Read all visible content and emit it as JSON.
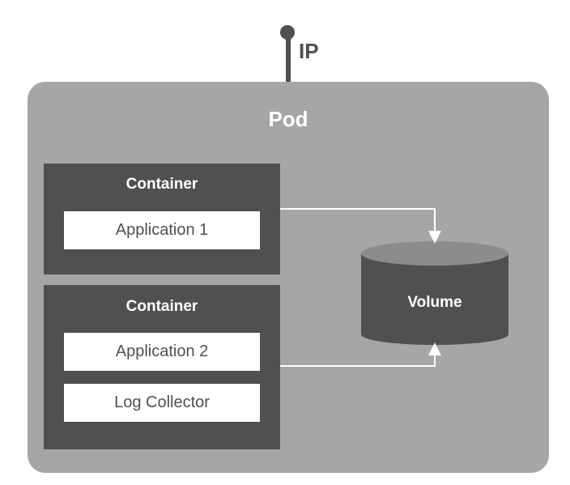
{
  "ip": {
    "label": "IP"
  },
  "pod": {
    "title": "Pod"
  },
  "containers": [
    {
      "title": "Container",
      "apps": [
        "Application 1"
      ]
    },
    {
      "title": "Container",
      "apps": [
        "Application 2",
        "Log Collector"
      ]
    }
  ],
  "volume": {
    "label": "Volume"
  },
  "colors": {
    "dark": "#4f5050",
    "pod_fill": "#a6a6a6",
    "volume_top": "#8c8c8c",
    "text_light": "#ffffff"
  }
}
